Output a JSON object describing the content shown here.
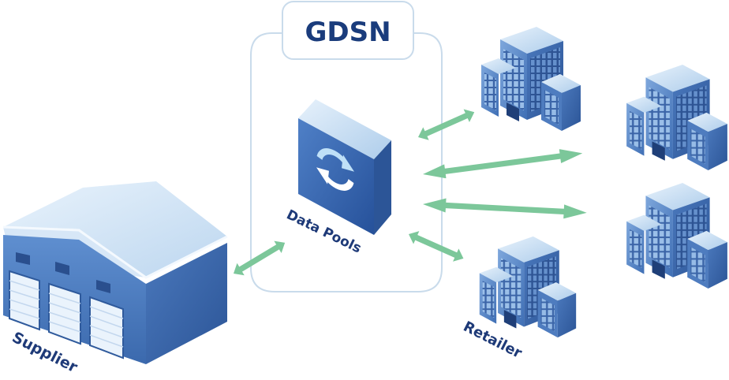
{
  "gdsn_label": "GDSN",
  "labels": {
    "supplier": "Supplier",
    "data_pools": "Data Pools",
    "retailer": "Retailer"
  },
  "colors": {
    "outline": "#c9dbeb",
    "title_text": "#1a3c7c",
    "label_text": "#1e3a78",
    "arrow": "#7cc79a",
    "building_top": "#bcd7f0",
    "building_front": "#5a86c4",
    "building_side": "#3c69ac",
    "window": "#2a4f8e"
  },
  "icons": [
    "warehouse-icon",
    "data-pool-icon",
    "sync-icon",
    "office-building-icon",
    "double-arrow-icon"
  ]
}
